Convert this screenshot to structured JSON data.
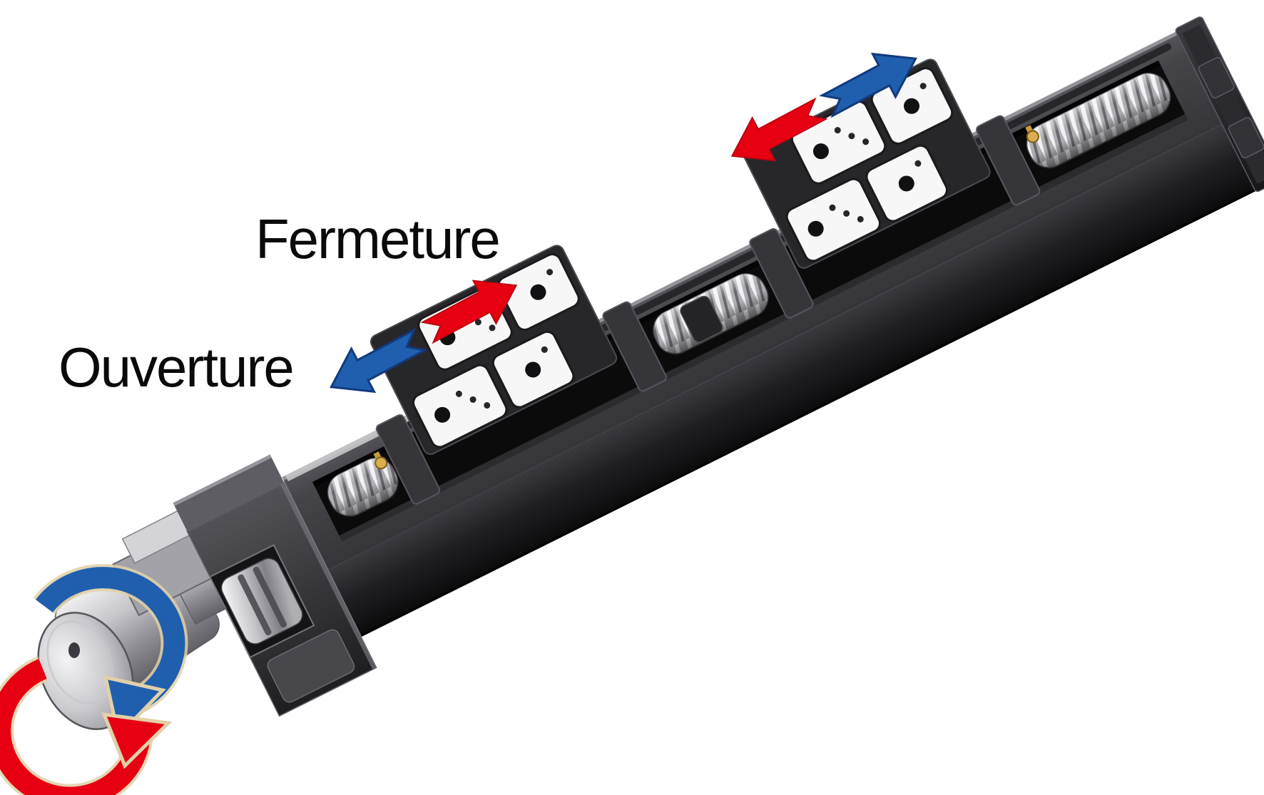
{
  "page": {
    "background": "#ffffff"
  },
  "labels": {
    "fermeture": "Fermeture",
    "ouverture": "Ouverture"
  },
  "colors": {
    "red": "#e60012",
    "red_dark": "#bd0010",
    "blue": "#1f5fae",
    "blue_dark": "#123a7d",
    "arc_outline": "#e2d0a8",
    "text": "#0a0a0a",
    "rail_top": "#46464b",
    "rail_side": "#151517",
    "channel": "#0b0b0c",
    "metal_light": "#d9d9dd",
    "plate_white": "#f7f7f7",
    "brass": "#dcaf4e"
  },
  "arrows": {
    "linear": [
      {
        "name": "fermeture-arrow-near-carriage",
        "color_key": "red",
        "direction": "up-right"
      },
      {
        "name": "ouverture-arrow-near-carriage",
        "color_key": "blue",
        "direction": "down-left"
      },
      {
        "name": "ouverture-arrow-far-carriage",
        "color_key": "blue",
        "direction": "up-right"
      },
      {
        "name": "fermeture-arrow-far-carriage",
        "color_key": "red",
        "direction": "down-left"
      }
    ],
    "rotation": [
      {
        "name": "motor-rotation-arrow-blue",
        "color_key": "blue",
        "direction": "clockwise"
      },
      {
        "name": "motor-rotation-arrow-red",
        "color_key": "red",
        "direction": "counter-clockwise"
      }
    ]
  }
}
